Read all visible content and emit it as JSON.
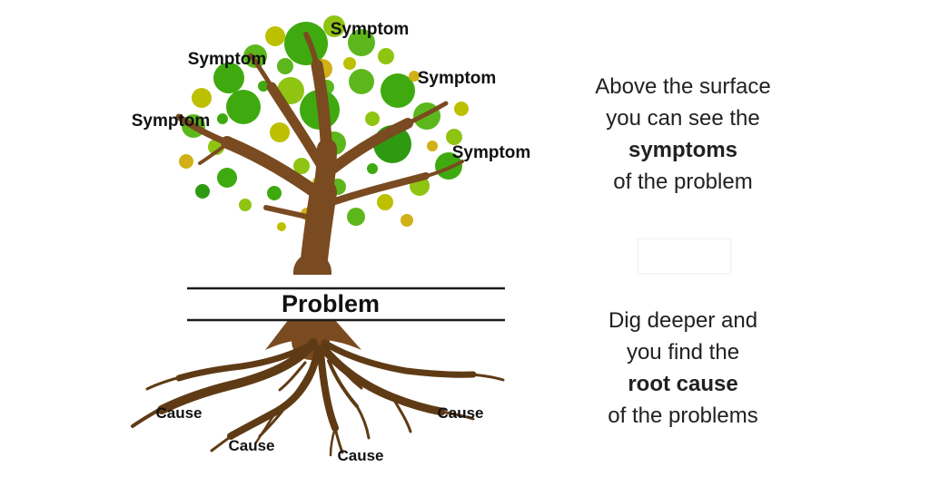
{
  "labels": {
    "problem": "Problem",
    "symptoms": [
      "Symptom",
      "Symptom",
      "Symptom",
      "Symptom",
      "Symptom"
    ],
    "causes": [
      "Cause",
      "Cause",
      "Cause",
      "Cause"
    ]
  },
  "captions": {
    "above": {
      "lines": [
        "Above the surface",
        "you can see the",
        "symptoms",
        "of the problem"
      ],
      "bold_line": "symptoms"
    },
    "below": {
      "lines": [
        "Dig deeper and",
        "you find the",
        "root cause",
        "of the problems"
      ],
      "bold_line": "root cause"
    }
  },
  "colors": {
    "background": "#ffffff",
    "trunk": "#7a4a21",
    "roots": "#5f3b15",
    "divider_line": "#1c1c1c",
    "text": "#212121",
    "foliage": [
      "#3faa0f",
      "#5cb71c",
      "#8fc412",
      "#bcc000",
      "#d1b117",
      "#2e9a12"
    ]
  }
}
